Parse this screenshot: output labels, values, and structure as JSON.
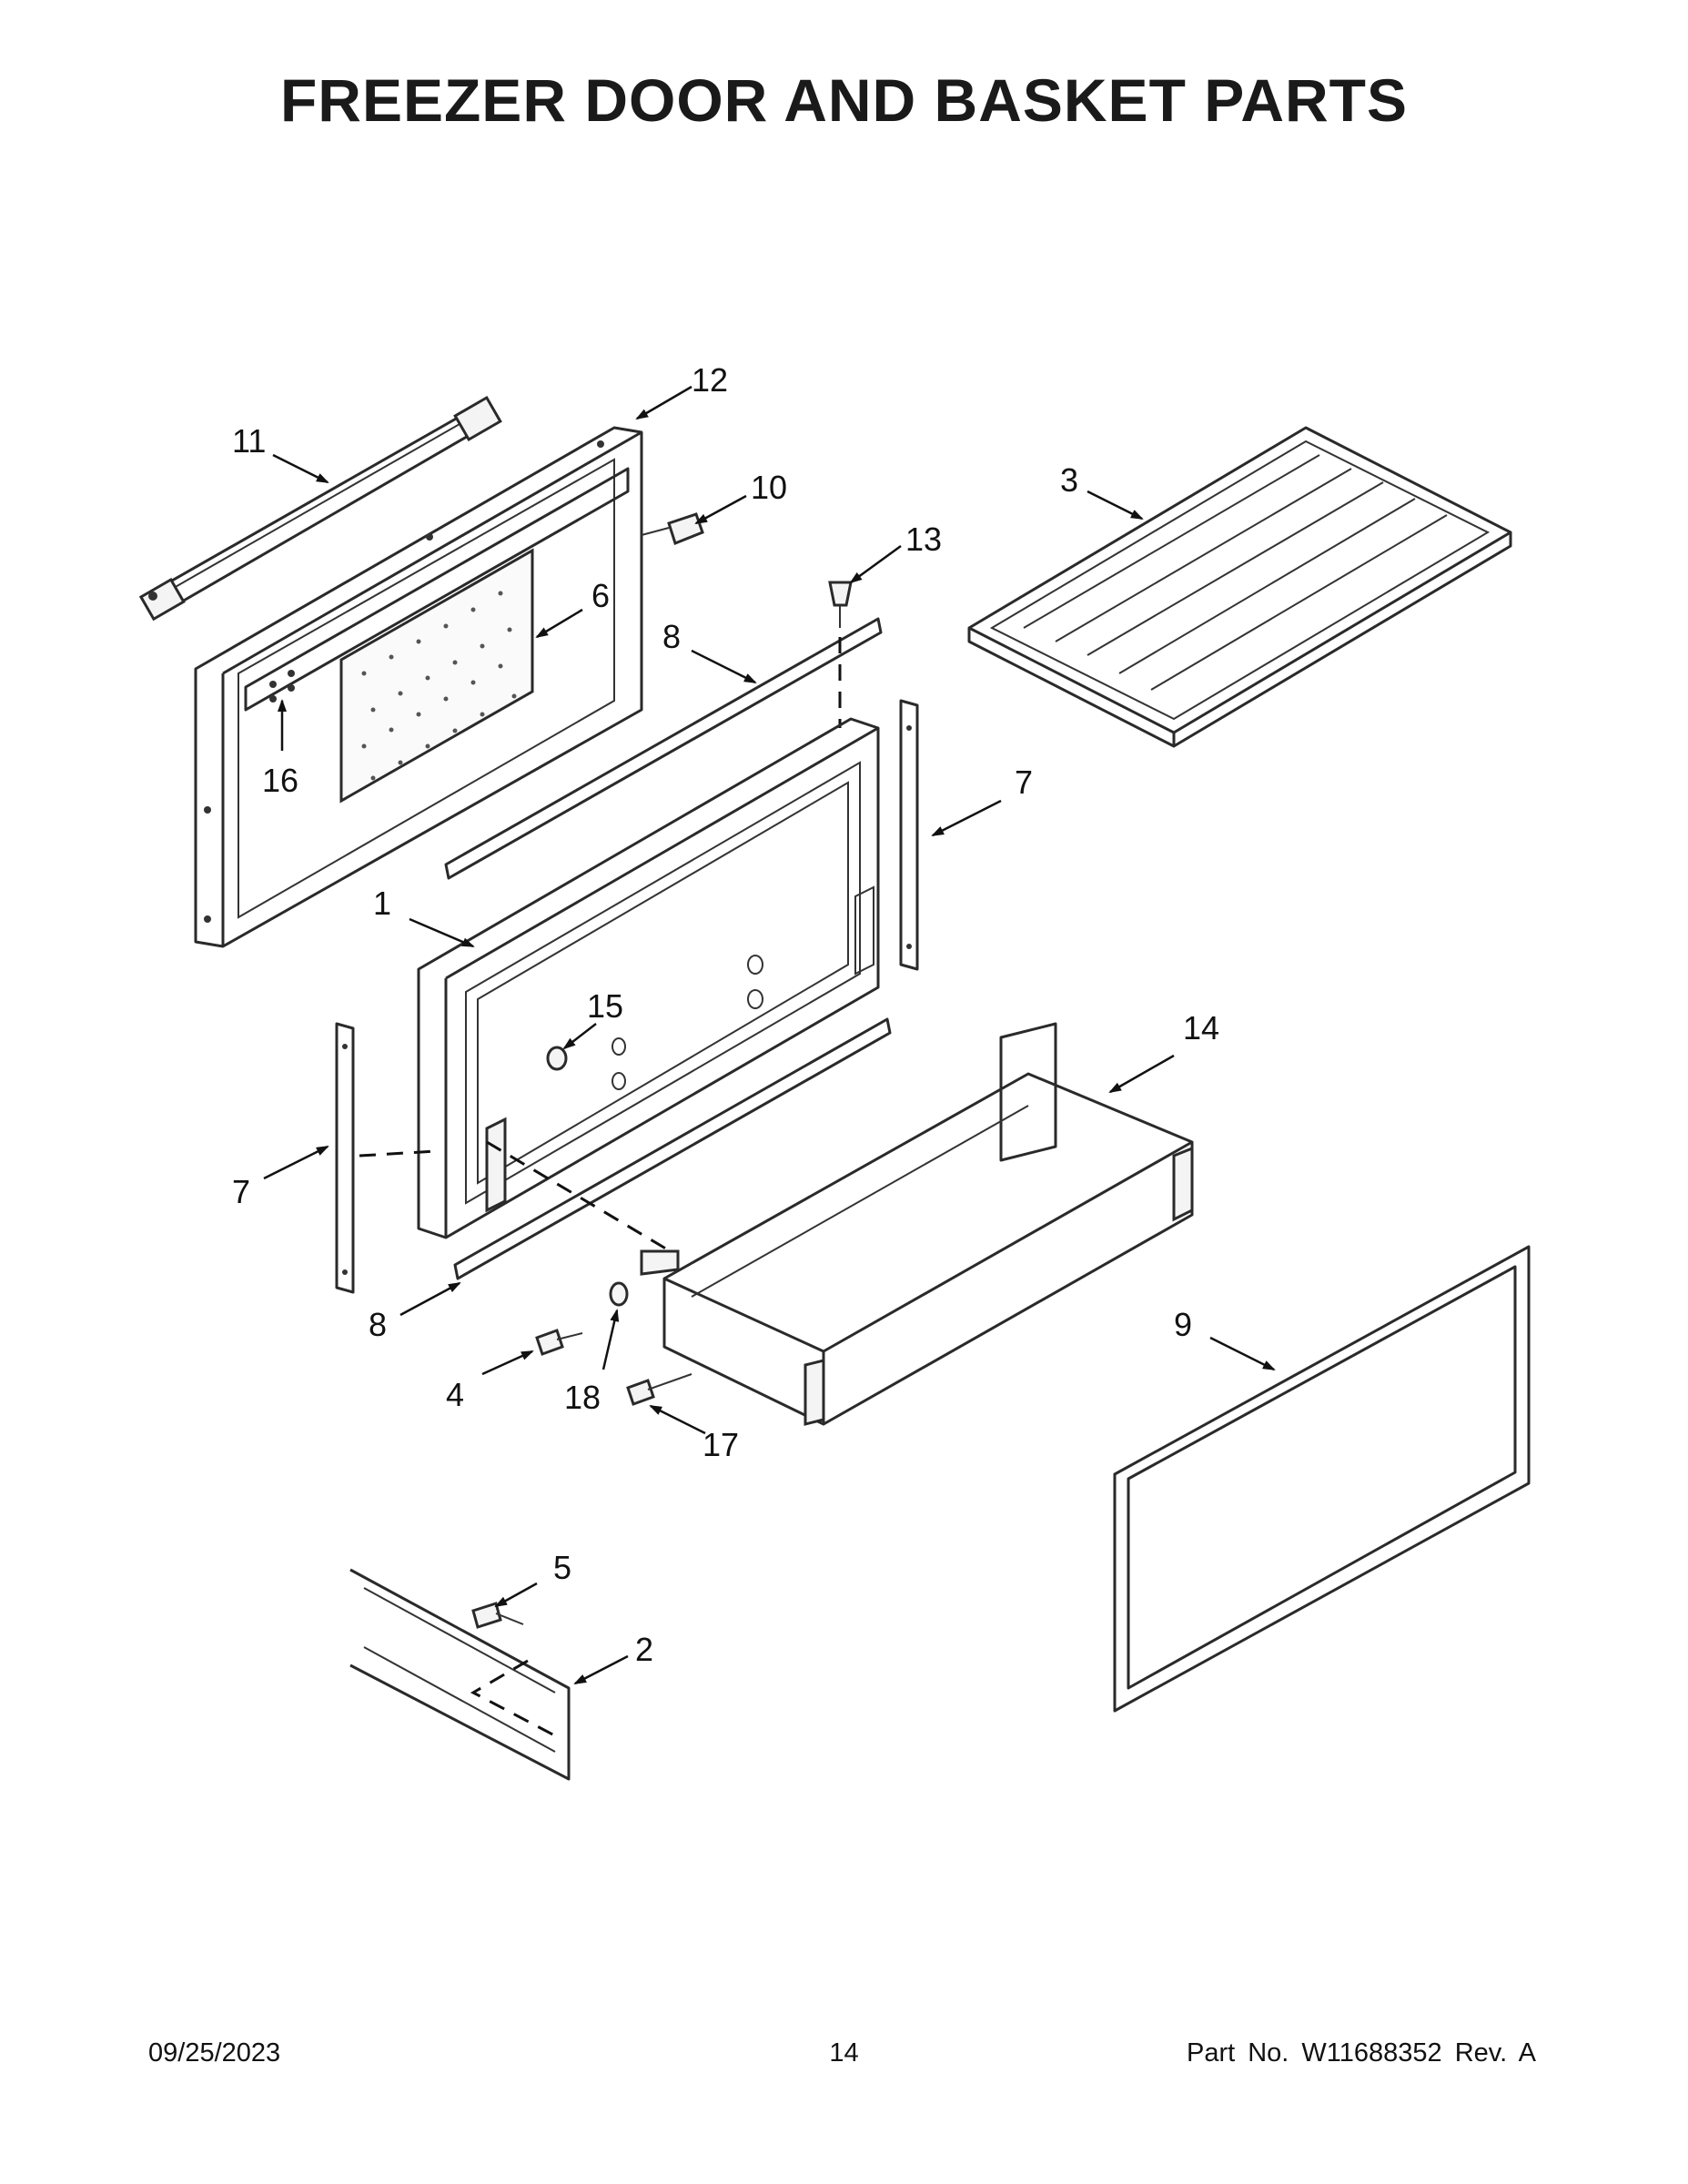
{
  "title": "FREEZER DOOR AND BASKET PARTS",
  "callouts": [
    {
      "id": "c1",
      "label": "1"
    },
    {
      "id": "c2",
      "label": "2"
    },
    {
      "id": "c3",
      "label": "3"
    },
    {
      "id": "c4",
      "label": "4"
    },
    {
      "id": "c5",
      "label": "5"
    },
    {
      "id": "c6",
      "label": "6"
    },
    {
      "id": "c7a",
      "label": "7"
    },
    {
      "id": "c7b",
      "label": "7"
    },
    {
      "id": "c8a",
      "label": "8"
    },
    {
      "id": "c8b",
      "label": "8"
    },
    {
      "id": "c9",
      "label": "9"
    },
    {
      "id": "c10",
      "label": "10"
    },
    {
      "id": "c11",
      "label": "11"
    },
    {
      "id": "c12",
      "label": "12"
    },
    {
      "id": "c13",
      "label": "13"
    },
    {
      "id": "c14",
      "label": "14"
    },
    {
      "id": "c15",
      "label": "15"
    },
    {
      "id": "c16",
      "label": "16"
    },
    {
      "id": "c17",
      "label": "17"
    },
    {
      "id": "c18",
      "label": "18"
    }
  ],
  "footer": {
    "date": "09/25/2023",
    "page": "14",
    "part_no": "Part No.  W11688352  Rev.  A"
  }
}
